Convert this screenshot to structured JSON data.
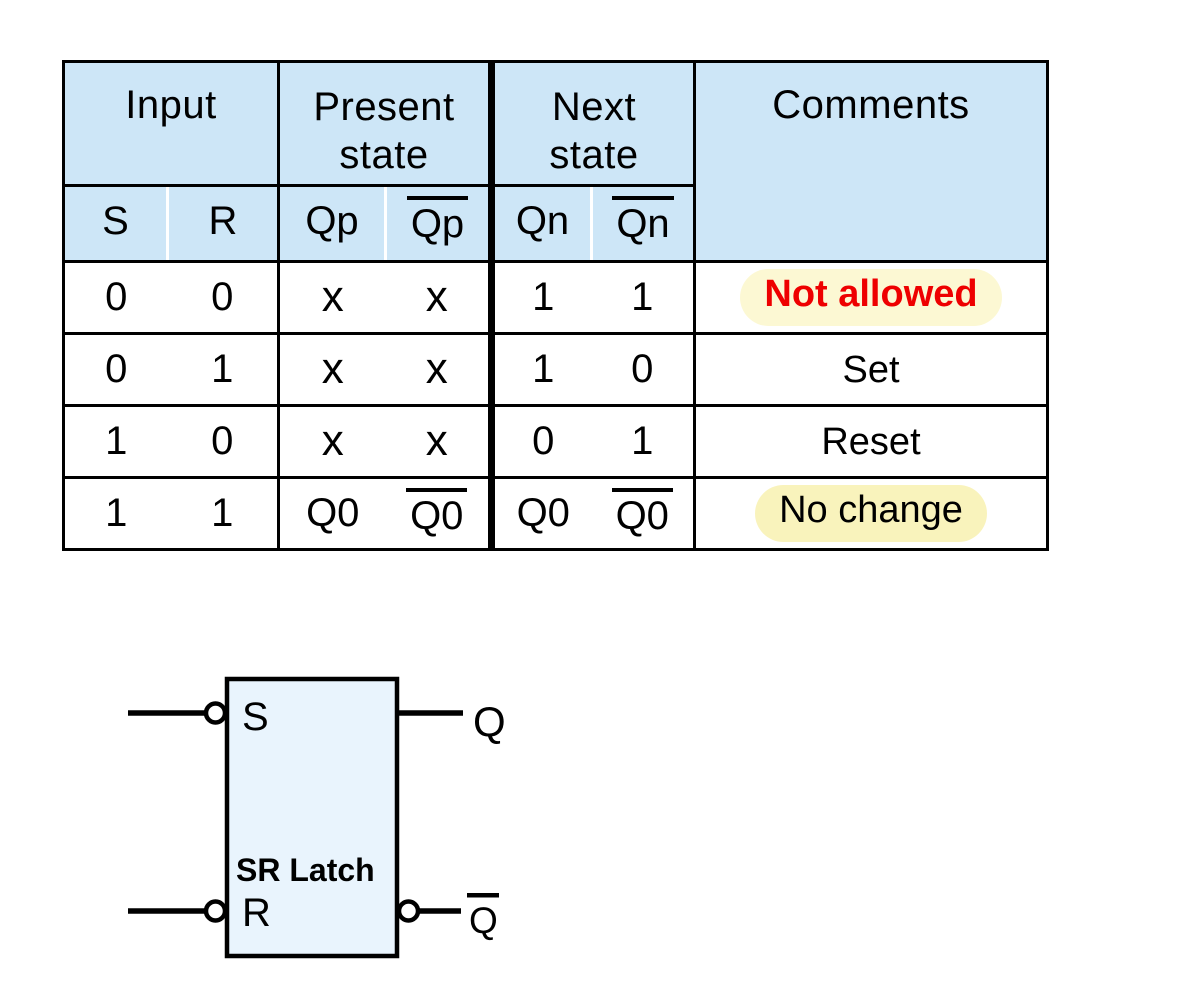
{
  "colors": {
    "header_blue": "#CDE6F7",
    "latch_fill": "#E9F4FD",
    "alert_red": "#EE0000",
    "highlight_pale_yellow": "#FCF8D3",
    "highlight_yellow": "#F9F3BC",
    "line_black": "#000000"
  },
  "table": {
    "headers": {
      "input": "Input",
      "present_state": "Present state",
      "next_state": "Next state",
      "comments": "Comments"
    },
    "sub_headers": [
      {
        "v": "S",
        "cls": "plain"
      },
      {
        "v": "R",
        "cls": "plain"
      },
      {
        "v": "Qp",
        "cls": "plain"
      },
      {
        "v": "Qp",
        "cls": "ov"
      },
      {
        "v": "Qn",
        "cls": "plain"
      },
      {
        "v": "Qn",
        "cls": "ov"
      }
    ],
    "rows": [
      {
        "cells": [
          {
            "v": "0",
            "cls": "plain"
          },
          {
            "v": "0",
            "cls": "plain"
          },
          {
            "v": "x",
            "cls": "xval"
          },
          {
            "v": "x",
            "cls": "xval"
          },
          {
            "v": "1",
            "cls": "plain"
          },
          {
            "v": "1",
            "cls": "plain"
          }
        ],
        "comment": {
          "text": "Not allowed",
          "cls": "pill pill-alert"
        }
      },
      {
        "cells": [
          {
            "v": "0",
            "cls": "plain"
          },
          {
            "v": "1",
            "cls": "plain"
          },
          {
            "v": "x",
            "cls": "xval"
          },
          {
            "v": "x",
            "cls": "xval"
          },
          {
            "v": "1",
            "cls": "plain"
          },
          {
            "v": "0",
            "cls": "plain"
          }
        ],
        "comment": {
          "text": "Set",
          "cls": "comment-plain"
        }
      },
      {
        "cells": [
          {
            "v": "1",
            "cls": "plain"
          },
          {
            "v": "0",
            "cls": "plain"
          },
          {
            "v": "x",
            "cls": "xval"
          },
          {
            "v": "x",
            "cls": "xval"
          },
          {
            "v": "0",
            "cls": "plain"
          },
          {
            "v": "1",
            "cls": "plain"
          }
        ],
        "comment": {
          "text": "Reset",
          "cls": "comment-plain"
        }
      },
      {
        "cells": [
          {
            "v": "1",
            "cls": "plain"
          },
          {
            "v": "1",
            "cls": "plain"
          },
          {
            "v": "Q0",
            "cls": "plain"
          },
          {
            "v": "Q0",
            "cls": "ov"
          },
          {
            "v": "Q0",
            "cls": "plain"
          },
          {
            "v": "Q0",
            "cls": "ov"
          }
        ],
        "comment": {
          "text": "No change",
          "cls": "pill pill-note"
        }
      }
    ]
  },
  "diagram": {
    "block_label": "SR Latch",
    "pin_labels": {
      "s": "S",
      "r": "R"
    },
    "output_labels": {
      "q": "Q",
      "q_bar": "Q"
    }
  }
}
